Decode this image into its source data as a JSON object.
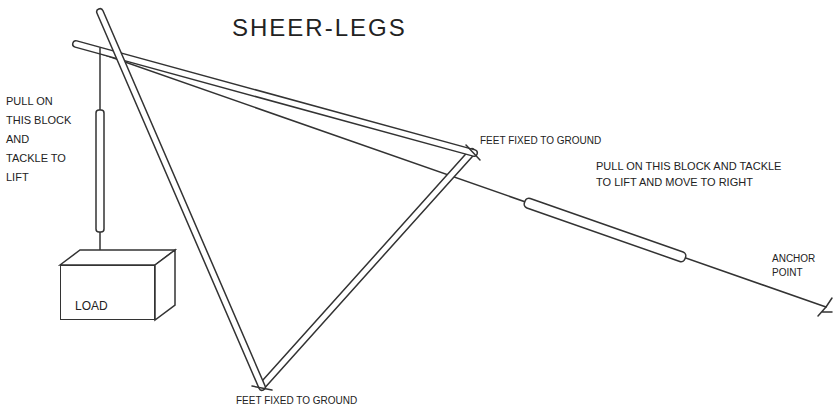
{
  "diagram": {
    "title": "SHEER-LEGS",
    "nodes": [
      {
        "text": [
          "LOAD"
        ]
      }
    ],
    "labels": [
      "PULL ON THIS BLOCK AND TACKLE TO LIFT",
      "FEET FIXED TO GROUND",
      "PULL ON THIS BLOCK AND TACKLE TO LIFT AND MOVE TO RIGHT",
      "ANCHOR POINT",
      "FEET FIXED TO GROUND"
    ]
  }
}
